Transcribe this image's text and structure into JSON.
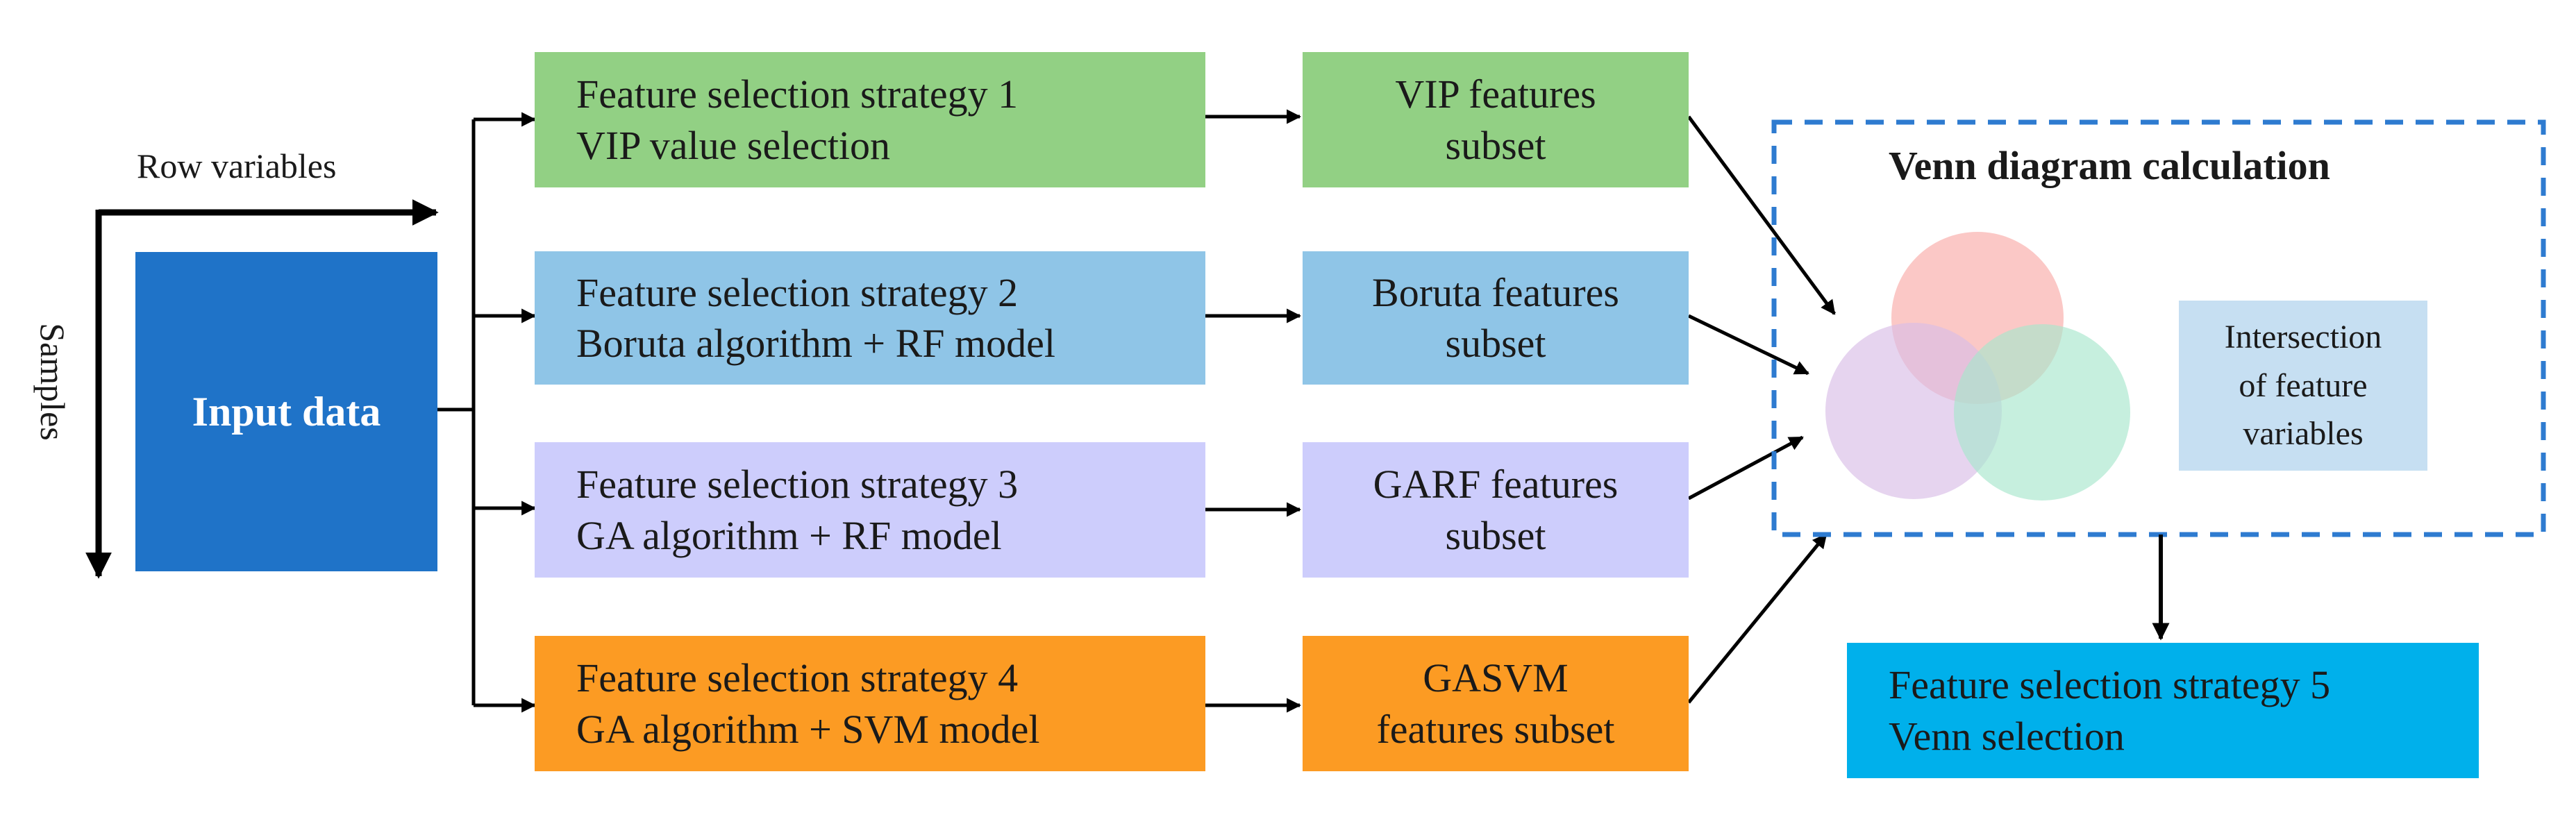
{
  "diagram": {
    "axis": {
      "row_label": "Row variables",
      "samples_label": "Samples"
    },
    "input_label": "Input data",
    "strategies": [
      {
        "line1": "Feature selection strategy 1",
        "line2": "VIP  value selection",
        "color": "#92d084"
      },
      {
        "line1": "Feature selection strategy 2",
        "line2": "Boruta algorithm + RF model",
        "color": "#8fc5e7"
      },
      {
        "line1": "Feature selection strategy 3",
        "line2": "GA algorithm + RF model",
        "color": "#cdcdfc"
      },
      {
        "line1": "Feature selection strategy 4",
        "line2": "GA algorithm + SVM model",
        "color": "#fc9b23"
      }
    ],
    "subsets": [
      {
        "line1": "VIP features",
        "line2": "subset"
      },
      {
        "line1": "Boruta features",
        "line2": "subset"
      },
      {
        "line1": "GARF features",
        "line2": "subset"
      },
      {
        "line1": "GASVM",
        "line2": "features subset"
      }
    ],
    "venn": {
      "title": "Venn diagram calculation",
      "intersection": {
        "line1": "Intersection",
        "line2": "of feature",
        "line3": "variables"
      },
      "circle_colors": [
        "#f9aaa8",
        "#d9bde6",
        "#a8e6cc"
      ],
      "border_color": "#2e7bd0"
    },
    "final": {
      "line1": "Feature selection strategy 5",
      "line2": "Venn selection",
      "color": "#00b0eb"
    }
  }
}
